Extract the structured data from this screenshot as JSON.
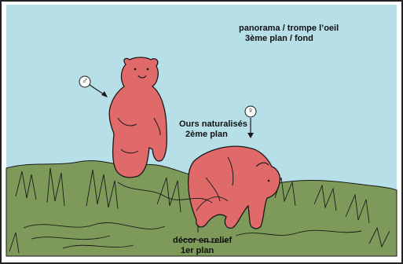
{
  "labels": {
    "panorama_line1": "panorama / trompe l’oeil",
    "panorama_line2": "3ème plan / fond",
    "ours_line1": "Ours naturalisés",
    "ours_line2": "2ème plan",
    "decor_line1": "décor en relief",
    "decor_line2": "1er plan"
  },
  "symbols": {
    "male": "♂",
    "female": "♀"
  },
  "colors": {
    "sky": "#b7dfe8",
    "ground": "#7d9a5a",
    "bear": "#e06a6a",
    "ink": "#1a1a1a"
  }
}
